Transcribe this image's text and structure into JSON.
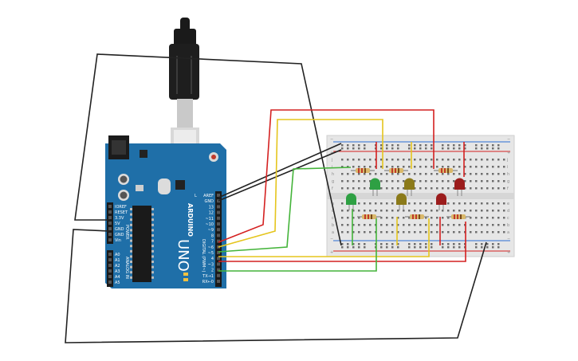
{
  "board": {
    "logo": "ARDUINO",
    "model": "UNO",
    "side_label": "DIGITAL (PWM~)",
    "power_label": "POWER",
    "analog_label": "ANALOG IN",
    "power_pins": [
      "IOREF",
      "RESET",
      "3.3V",
      "5V",
      "GND",
      "GND",
      "Vin"
    ],
    "analog_pins": [
      "A0",
      "A1",
      "A2",
      "A3",
      "A4",
      "A5"
    ],
    "digital_pins": [
      "AREF",
      "GND",
      "13",
      "12",
      "~11",
      "~10",
      "~9",
      "8",
      "7",
      "~6",
      "~5",
      "4",
      "~3",
      "2",
      "TX→1",
      "RX←0"
    ],
    "led_label": "L"
  },
  "breadboard": {
    "row_letters_top": [
      "j",
      "i",
      "h",
      "g",
      "f"
    ],
    "row_letters_bottom": [
      "e",
      "d",
      "c",
      "b",
      "a"
    ],
    "rail_plus": "+",
    "rail_minus": "−"
  },
  "components": {
    "leds": [
      {
        "name": "green-led-top",
        "color": "#2ea043"
      },
      {
        "name": "yellow-led-top",
        "color": "#8b7a1a"
      },
      {
        "name": "red-led-top",
        "color": "#9b1c1c"
      },
      {
        "name": "green-led-bottom",
        "color": "#2ea043"
      },
      {
        "name": "yellow-led-bottom",
        "color": "#8b7a1a"
      },
      {
        "name": "red-led-bottom",
        "color": "#9b1c1c"
      }
    ]
  },
  "colors": {
    "board": "#1f6fa8",
    "wire_black": "#222222",
    "wire_red": "#d42020",
    "wire_yellow": "#e5c51d",
    "wire_green": "#44b43a",
    "breadboard": "#e6e6e6"
  }
}
